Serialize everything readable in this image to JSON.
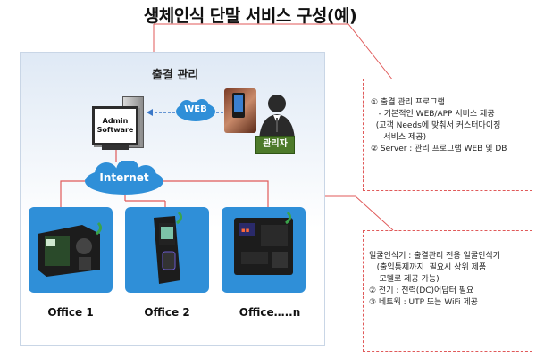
{
  "title": "생체인식 단말 서비스 구성(예)",
  "panel": {
    "title": "출결 관리"
  },
  "server": {
    "line1": "Admin",
    "line2": "Software"
  },
  "web_label": "WEB",
  "internet_label": "Internet",
  "admin_label": "관리자",
  "offices": [
    {
      "label": "Office 1"
    },
    {
      "label": "Office 2"
    },
    {
      "label": "Office…..n"
    }
  ],
  "info_server": {
    "lines": [
      "① 출결 관리 프로그램",
      "   - 기본적인 WEB/APP 서비스 제공",
      "  (고객 Needs에 맞춰서 커스터마이징",
      "     서비스 제공)",
      "② Server : 관리 프로그램 WEB 및 DB"
    ]
  },
  "info_device": {
    "lines": [
      "얼굴인식기 : 출결관리 전용 얼굴인식기",
      "   (출입통제까지  필요시 상위 제품",
      "    모델로 제공 가능)",
      "② 전기 : 전력(DC)어답터 필요",
      "③ 네트웍 : UTP 또는 WiFi 제공"
    ]
  },
  "colors": {
    "accent_blue": "#2f8fd8",
    "admin_green": "#4d7a2a",
    "callout_red": "#e05a5a"
  }
}
